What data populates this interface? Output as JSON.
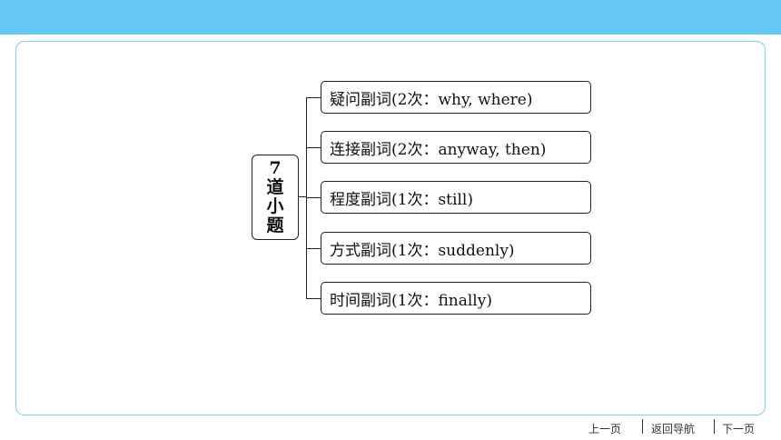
{
  "header": {
    "bar_color": "#66c9f5"
  },
  "diagram": {
    "root": "7道小题",
    "items": [
      "疑问副词(2次：why, where)",
      "连接副词(2次：anyway, then)",
      "程度副词(1次：still)",
      "方式副词(1次：suddenly)",
      "时间副词(1次：finally)"
    ]
  },
  "footer": {
    "prev": "上一页",
    "back": "返回导航",
    "next": "下一页"
  }
}
